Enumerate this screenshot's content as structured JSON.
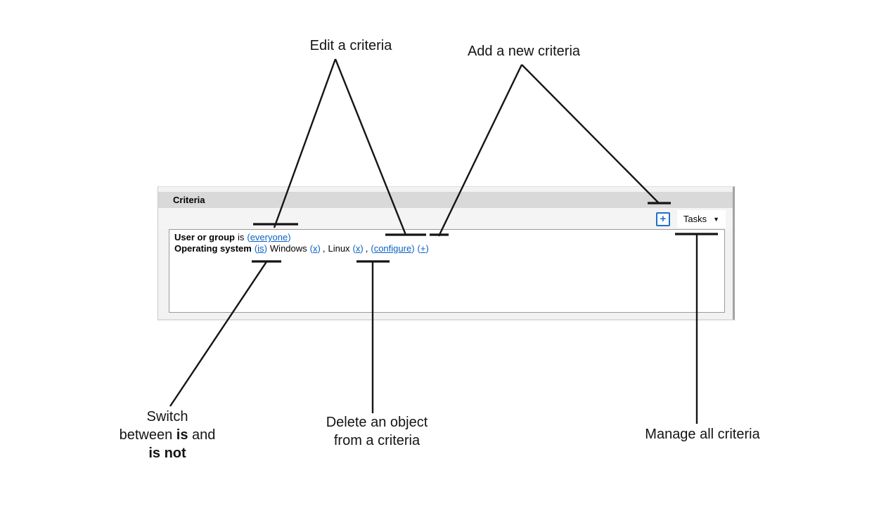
{
  "annotations": {
    "edit_label": "Edit a criteria",
    "add_label": "Add a new criteria",
    "switch_line1": "Switch",
    "switch_line2_pre": "between",
    "switch_line2_bold": "is",
    "switch_line2_post": "and",
    "switch_line3": "is not",
    "delete_line1": "Delete an object",
    "delete_line2": "from a criteria",
    "manage_label": "Manage all criteria"
  },
  "panel": {
    "header_title": "Criteria",
    "toolbar": {
      "add_button_glyph": "+",
      "tasks_label": "Tasks",
      "tasks_caret": "▼"
    },
    "row1": {
      "name": "User or group",
      "op": "is",
      "value": "everyone"
    },
    "row2": {
      "name": "Operating system",
      "op": "is",
      "item1": "Windows",
      "remove1": "x",
      "item2": "Linux",
      "remove2": "x",
      "configure": "configure",
      "add": "+"
    }
  },
  "punct": {
    "open": "(",
    "close": ")",
    "comma": ","
  },
  "colors": {
    "link_blue": "#0a62c4",
    "button_blue": "#1f6fd0",
    "header_gray": "#d9d9d9"
  }
}
